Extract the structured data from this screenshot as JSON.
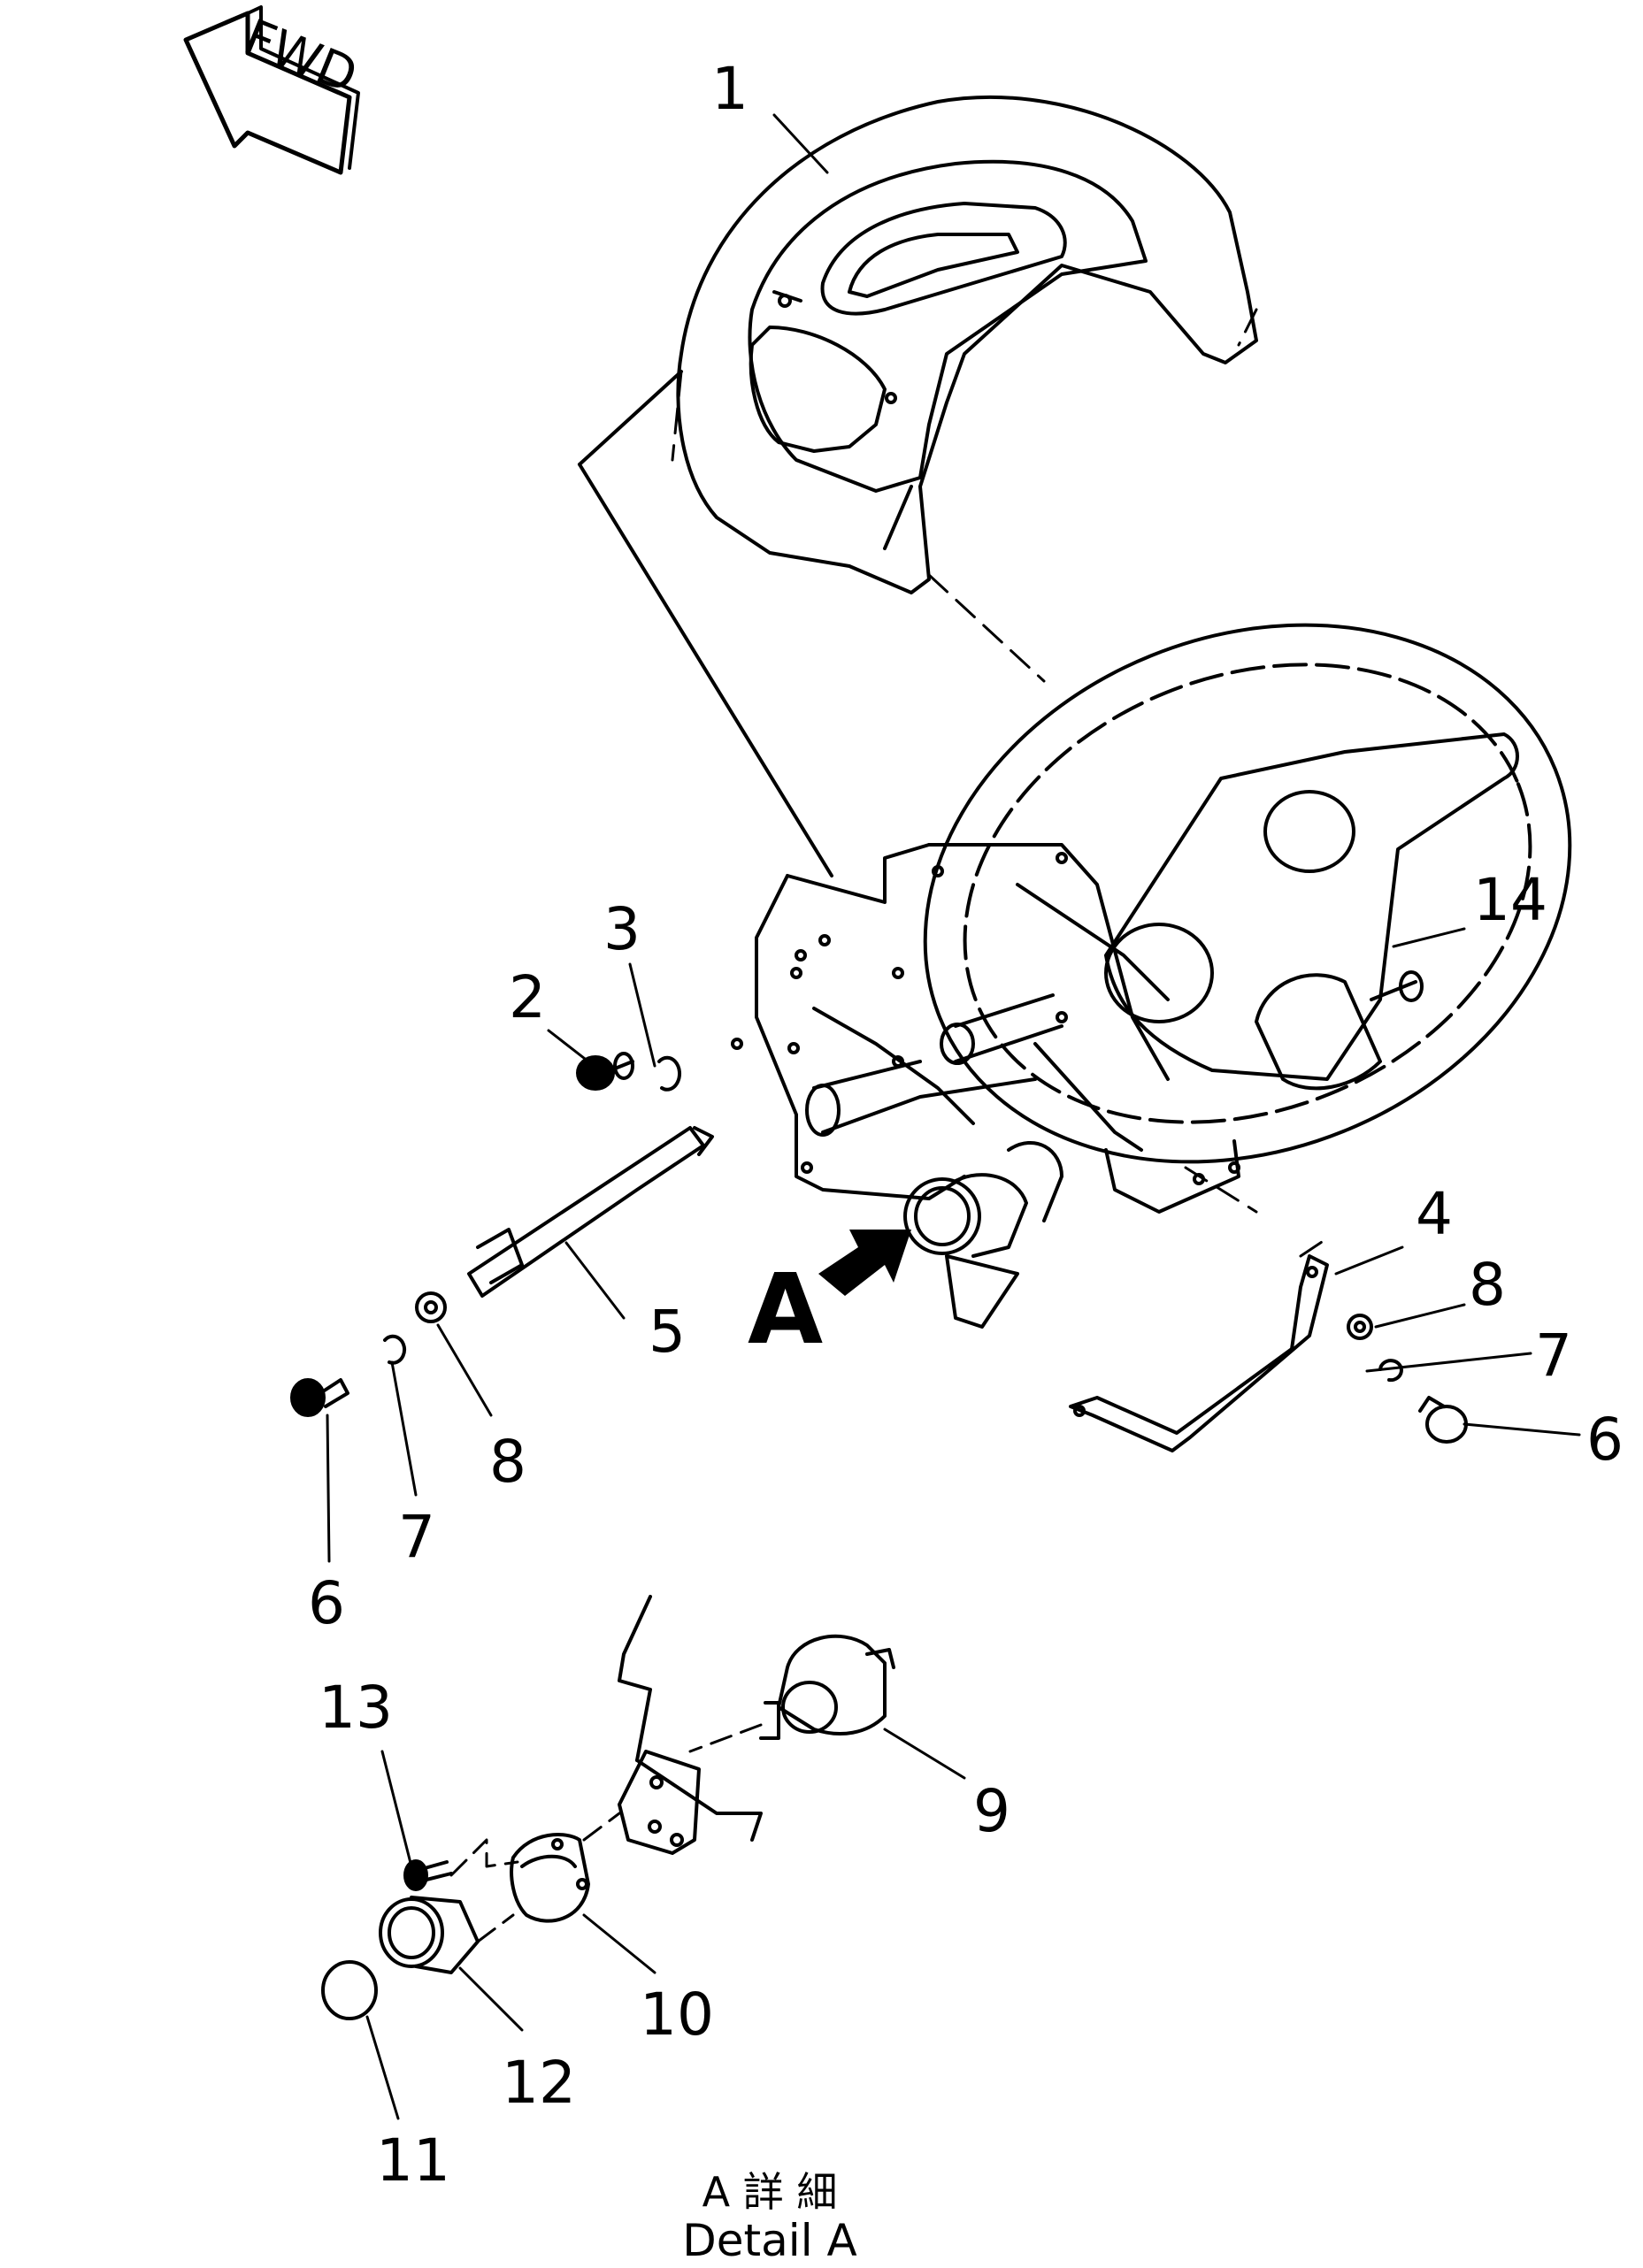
{
  "fwd_label": "FWD",
  "detail_label": "A",
  "caption": {
    "jp": "A 詳 細",
    "en": "Detail A"
  },
  "parts": [
    "1",
    "2",
    "3",
    "4",
    "5",
    "6",
    "7",
    "8",
    "9",
    "10",
    "11",
    "12",
    "13",
    "14"
  ],
  "callouts": {
    "p1": "1",
    "p2": "2",
    "p3": "3",
    "p4": "4",
    "p5": "5",
    "p6a": "6",
    "p6b": "6",
    "p7a": "7",
    "p7b": "7",
    "p8a": "8",
    "p8b": "8",
    "p9": "9",
    "p10": "10",
    "p11": "11",
    "p12": "12",
    "p13": "13",
    "p14": "14"
  }
}
